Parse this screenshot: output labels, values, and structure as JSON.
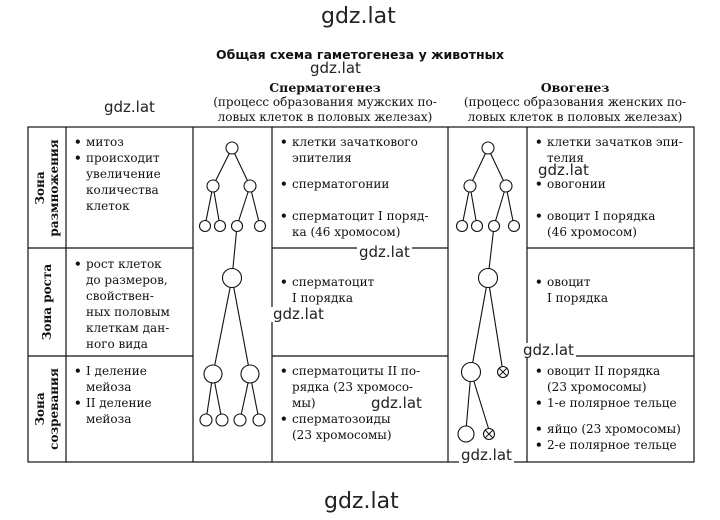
{
  "watermarks": {
    "top": "gdz.lat",
    "bottom": "gdz.lat",
    "w1": "gdz.lat",
    "w2": "gdz.lat",
    "w3": "gdz.lat",
    "w4": "gdz.lat",
    "w5": "gdz.lat",
    "w6": "gdz.lat",
    "w7": "gdz.lat",
    "w8": "gdz.lat"
  },
  "title": "Общая схема гаметогенеза у животных",
  "columns": {
    "sperm": {
      "heading": "Сперматогенез",
      "sub1": "(процесс образования мужских по-",
      "sub2": "ловых клеток в половых железах)"
    },
    "oo": {
      "heading": "Овогенез",
      "sub1": "(процесс образования женских по-",
      "sub2": "ловых клеток в половых железах)"
    }
  },
  "zones": [
    {
      "label_line1": "Зона",
      "label_line2": "размножения",
      "process": [
        "митоз",
        "происходит увеличение количества клеток"
      ],
      "process_lines": [
        "митоз",
        "происходит",
        "увеличение",
        "количества",
        "клеток"
      ],
      "sperm": [
        "клетки зачаткового эпителия",
        "сперматогонии",
        "сперматоцит I порядка (46 хромосом)"
      ],
      "sperm_lines": [
        "клетки зачаткового",
        "эпителия",
        "сперматогонии",
        "сперматоцит I поряд-",
        "ка (46 хромосом)"
      ],
      "oo_lines": [
        "клетки зачатков эпи-",
        "телия",
        "овогонии",
        "овоцит I порядка",
        "(46 хромосом)"
      ]
    },
    {
      "label_line1": "Зона роста",
      "label_line2": "",
      "process_lines": [
        "рост клеток",
        "до размеров,",
        "свойствен-",
        "ных половым",
        "клеткам дан-",
        "ного вида"
      ],
      "sperm_lines": [
        "сперматоцит",
        "I порядка"
      ],
      "oo_lines": [
        "овоцит",
        "I порядка"
      ]
    },
    {
      "label_line1": "Зона",
      "label_line2": "созревания",
      "process_lines": [
        "I деление",
        "мейоза",
        "II деление",
        "мейоза"
      ],
      "sperm_lines": [
        "сперматоциты II по-",
        "рядка (23 хромосо-",
        "мы)",
        "сперматозоиды",
        "(23 хромосомы)"
      ],
      "oo_lines": [
        "овоцит II порядка",
        "(23 хромосомы)",
        "1-е полярное тельце",
        "яйцо (23 хромосомы)",
        "2-е полярное тельце"
      ]
    }
  ]
}
